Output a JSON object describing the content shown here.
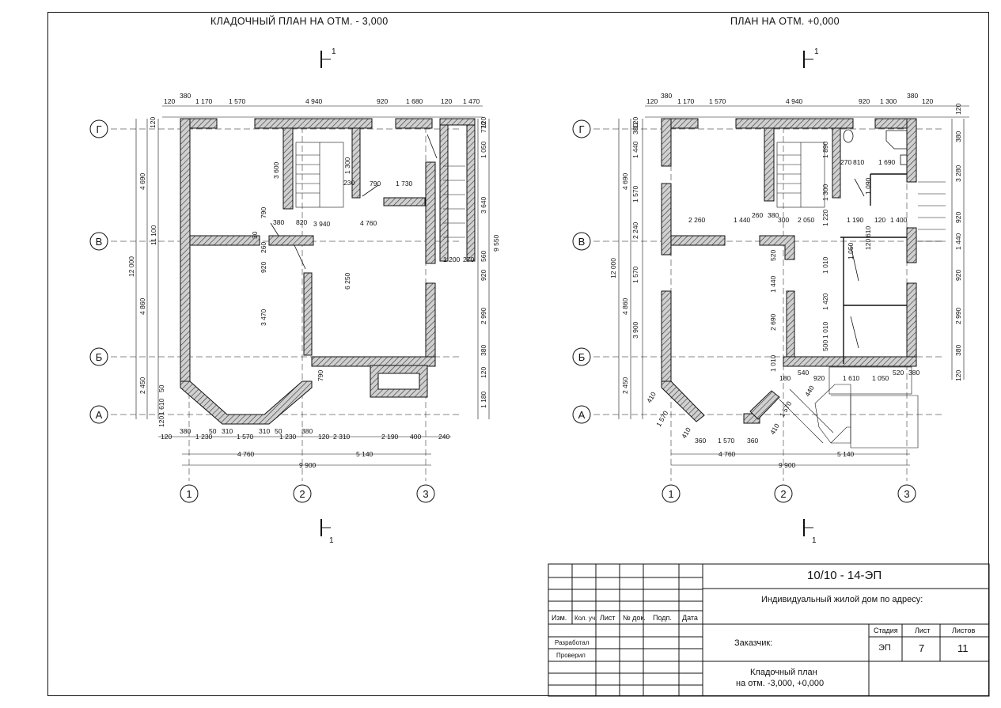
{
  "plans": {
    "left": {
      "title": "КЛАДОЧНЫЙ ПЛАН НА ОТМ. - 3,000",
      "top_dims": [
        "120",
        "380",
        "1 170",
        "1 570",
        "4 940",
        "920",
        "1 680",
        "120",
        "1 470"
      ],
      "right_dims": [
        "120",
        "770",
        "1 050",
        "3 640",
        "560",
        "9 550",
        "920",
        "2 990",
        "380",
        "120",
        "1 180"
      ],
      "left_dims": [
        "120",
        "4 690",
        "11 100",
        "12 000",
        "4 860",
        "2 450",
        "50",
        "1 610",
        "120"
      ],
      "bottom_dims": [
        "120",
        "380",
        "1 230",
        "50",
        "310",
        "1 570",
        "310",
        "50",
        "1 230",
        "380",
        "120",
        "2 310",
        "2 190",
        "400",
        "240"
      ],
      "total_dims": [
        "4 760",
        "5 140",
        "9 900"
      ],
      "inner_dims": [
        "3 600",
        "1 300",
        "230",
        "790",
        "1 730",
        "3 940",
        "790",
        "380",
        "820",
        "4 760",
        "30",
        "260",
        "920",
        "6 250",
        "3 470",
        "1 200",
        "270",
        "790"
      ]
    },
    "right": {
      "title": "ПЛАН НА ОТМ. +0,000",
      "top_dims": [
        "120",
        "380",
        "1 170",
        "1 570",
        "4 940",
        "920",
        "1 300",
        "380",
        "120"
      ],
      "right_dims": [
        "120",
        "380",
        "3 280",
        "920",
        "1 440",
        "920",
        "2 990",
        "380",
        "120"
      ],
      "left_dims": [
        "380",
        "1 440",
        "4 690",
        "1 570",
        "2 240",
        "12 000",
        "1 570",
        "4 860",
        "3 900",
        "2 450",
        "410",
        "1 570",
        "410"
      ],
      "bottom_dims": [
        "360",
        "1 570",
        "360",
        "4 760",
        "5 140",
        "9 900",
        "540",
        "920",
        "1 610",
        "1 050",
        "520",
        "380",
        "180",
        "410",
        "1 570",
        "440"
      ],
      "inner_dims": [
        "1 890",
        "270",
        "810",
        "1 690",
        "1 300",
        "1 090",
        "120",
        "2 260",
        "1 440",
        "260",
        "380",
        "300",
        "2 050",
        "1 190",
        "120",
        "1 400",
        "1 220",
        "520",
        "1 050",
        "1 440",
        "1 010",
        "1 420",
        "2 690",
        "1 010",
        "1 010",
        "500",
        "120",
        "610"
      ]
    }
  },
  "axes": {
    "rows": [
      "Г",
      "В",
      "Б",
      "А"
    ],
    "cols": [
      "1",
      "2",
      "3"
    ]
  },
  "section_mark": "1",
  "title_block": {
    "code": "10/10 - 14-ЭП",
    "object": "Индивидуальный жилой дом по адресу:",
    "customer": "Заказчик:",
    "sheet_name_1": "Кладочный план",
    "sheet_name_2": "на отм. -3,000, +0,000",
    "headers": {
      "izm": "Изм.",
      "kol": "Кол. уч.",
      "list": "Лист",
      "ndok": "№ док.",
      "podp": "Подп.",
      "data": "Дата"
    },
    "roles": {
      "developed": "Разработал",
      "checked": "Проверил"
    },
    "stage_label": "Стадия",
    "sheet_label": "Лист",
    "sheets_label": "Листов",
    "stage": "ЭП",
    "sheet": "7",
    "sheets": "11"
  }
}
